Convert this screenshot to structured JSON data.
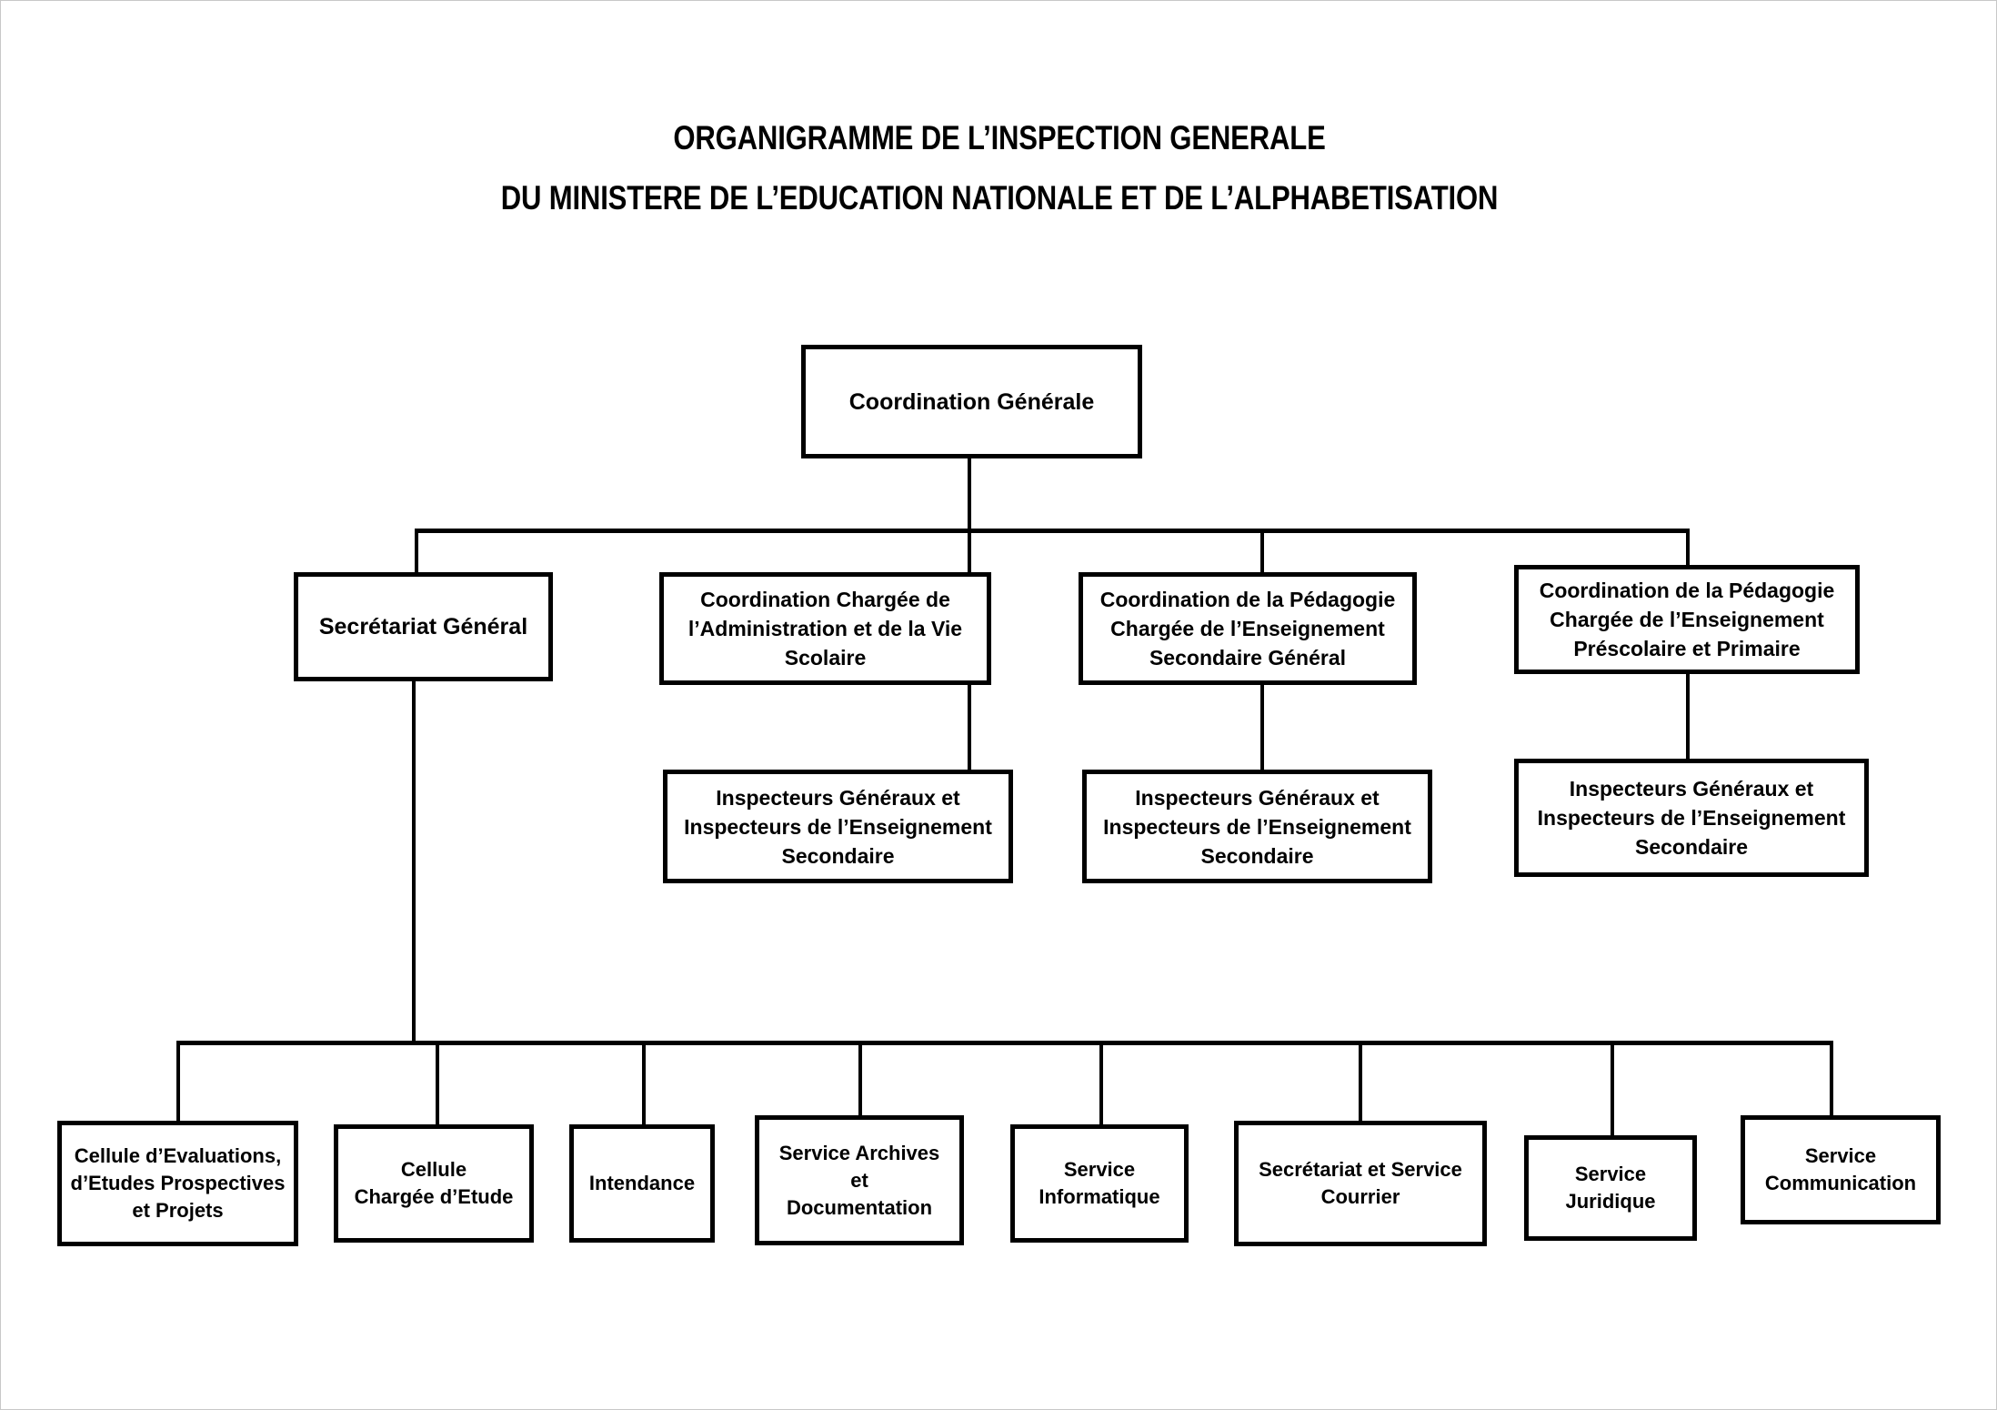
{
  "title": {
    "line1": "ORGANIGRAMME DE L’INSPECTION GENERALE",
    "line2": "DU MINISTERE DE L’EDUCATION NATIONALE ET DE L’ALPHABETISATION"
  },
  "colors": {
    "box_border": "#000000",
    "box_fill": "#ffffff",
    "connector": "#000000",
    "text": "#000000",
    "page_background": "#ffffff"
  },
  "chart_data": {
    "type": "diagram",
    "subtype": "organization-chart",
    "title": "ORGANIGRAMME DE L’INSPECTION GENERALE DU MINISTERE DE L’EDUCATION NATIONALE ET DE L’ALPHABETISATION",
    "orientation": "top-down",
    "levels": 4,
    "nodes": [
      {
        "id": "coordination-generale",
        "label": "Coordination Générale",
        "level": 0,
        "parent": null
      },
      {
        "id": "secretariat-general",
        "label": "Secrétariat Général",
        "level": 1,
        "parent": "coordination-generale"
      },
      {
        "id": "coord-administration-vie-scolaire",
        "label": "Coordination Chargée de\nl’Administration et de la Vie\nScolaire",
        "level": 1,
        "parent": "coordination-generale"
      },
      {
        "id": "coord-pedagogie-secondaire-general",
        "label": "Coordination de la Pédagogie\nChargée de l’Enseignement\nSecondaire Général",
        "level": 1,
        "parent": "coordination-generale"
      },
      {
        "id": "coord-pedagogie-prescolaire-primaire",
        "label": "Coordination de la Pédagogie\nChargée de l’Enseignement\nPréscolaire et Primaire",
        "level": 1,
        "parent": "coordination-generale"
      },
      {
        "id": "inspecteurs-1",
        "label": "Inspecteurs Généraux et\nInspecteurs de l’Enseignement\nSecondaire",
        "level": 2,
        "parent": "coord-administration-vie-scolaire"
      },
      {
        "id": "inspecteurs-2",
        "label": "Inspecteurs Généraux et\nInspecteurs de l’Enseignement\nSecondaire",
        "level": 2,
        "parent": "coord-pedagogie-secondaire-general"
      },
      {
        "id": "inspecteurs-3",
        "label": "Inspecteurs Généraux et\nInspecteurs de l’Enseignement\nSecondaire",
        "level": 2,
        "parent": "coord-pedagogie-prescolaire-primaire"
      },
      {
        "id": "cellule-evaluations",
        "label": "Cellule d’Evaluations,\nd’Etudes Prospectives\net Projets",
        "level": 2,
        "parent": "secretariat-general"
      },
      {
        "id": "cellule-chargee-etude",
        "label": "Cellule\nChargée d’Etude",
        "level": 2,
        "parent": "secretariat-general"
      },
      {
        "id": "intendance",
        "label": "Intendance",
        "level": 2,
        "parent": "secretariat-general"
      },
      {
        "id": "service-archives-documentation",
        "label": "Service Archives\net\nDocumentation",
        "level": 2,
        "parent": "secretariat-general"
      },
      {
        "id": "service-informatique",
        "label": "Service\nInformatique",
        "level": 2,
        "parent": "secretariat-general"
      },
      {
        "id": "secretariat-service-courrier",
        "label": "Secrétariat et Service\nCourrier",
        "level": 2,
        "parent": "secretariat-general"
      },
      {
        "id": "service-juridique",
        "label": "Service\nJuridique",
        "level": 2,
        "parent": "secretariat-general"
      },
      {
        "id": "service-communication",
        "label": "Service\nCommunication",
        "level": 2,
        "parent": "secretariat-general"
      }
    ],
    "edges": [
      {
        "from": "coordination-generale",
        "to": "secretariat-general"
      },
      {
        "from": "coordination-generale",
        "to": "coord-administration-vie-scolaire"
      },
      {
        "from": "coordination-generale",
        "to": "coord-pedagogie-secondaire-general"
      },
      {
        "from": "coordination-generale",
        "to": "coord-pedagogie-prescolaire-primaire"
      },
      {
        "from": "coord-administration-vie-scolaire",
        "to": "inspecteurs-1"
      },
      {
        "from": "coord-pedagogie-secondaire-general",
        "to": "inspecteurs-2"
      },
      {
        "from": "coord-pedagogie-prescolaire-primaire",
        "to": "inspecteurs-3"
      },
      {
        "from": "secretariat-general",
        "to": "cellule-evaluations"
      },
      {
        "from": "secretariat-general",
        "to": "cellule-chargee-etude"
      },
      {
        "from": "secretariat-general",
        "to": "intendance"
      },
      {
        "from": "secretariat-general",
        "to": "service-archives-documentation"
      },
      {
        "from": "secretariat-general",
        "to": "service-informatique"
      },
      {
        "from": "secretariat-general",
        "to": "secretariat-service-courrier"
      },
      {
        "from": "secretariat-general",
        "to": "service-juridique"
      },
      {
        "from": "secretariat-general",
        "to": "service-communication"
      }
    ]
  }
}
